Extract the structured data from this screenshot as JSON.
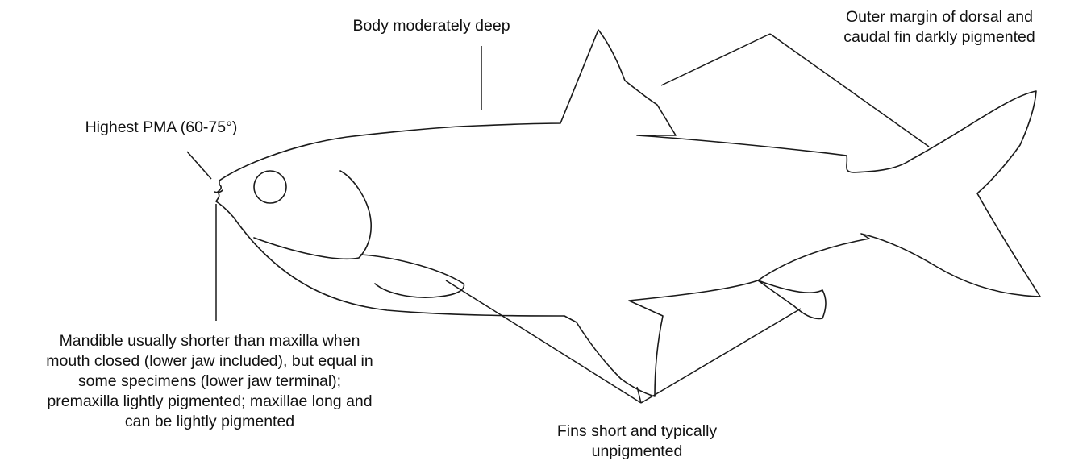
{
  "labels": {
    "body": [
      "Body moderately deep"
    ],
    "pma": [
      "Highest PMA (60-75°)"
    ],
    "margin": [
      "Outer margin of dorsal and",
      "caudal fin darkly pigmented"
    ],
    "mandible": [
      "Mandible usually shorter than maxilla when",
      "mouth closed (lower jaw included), but equal in",
      "some specimens (lower jaw terminal);",
      "premaxilla lightly pigmented; maxillae long and",
      "can be lightly pigmented"
    ],
    "fins": [
      "Fins short and typically",
      "unpigmented"
    ]
  },
  "colors": {
    "outline": "#1a1a1a",
    "text": "#111111",
    "background": "#ffffff"
  }
}
